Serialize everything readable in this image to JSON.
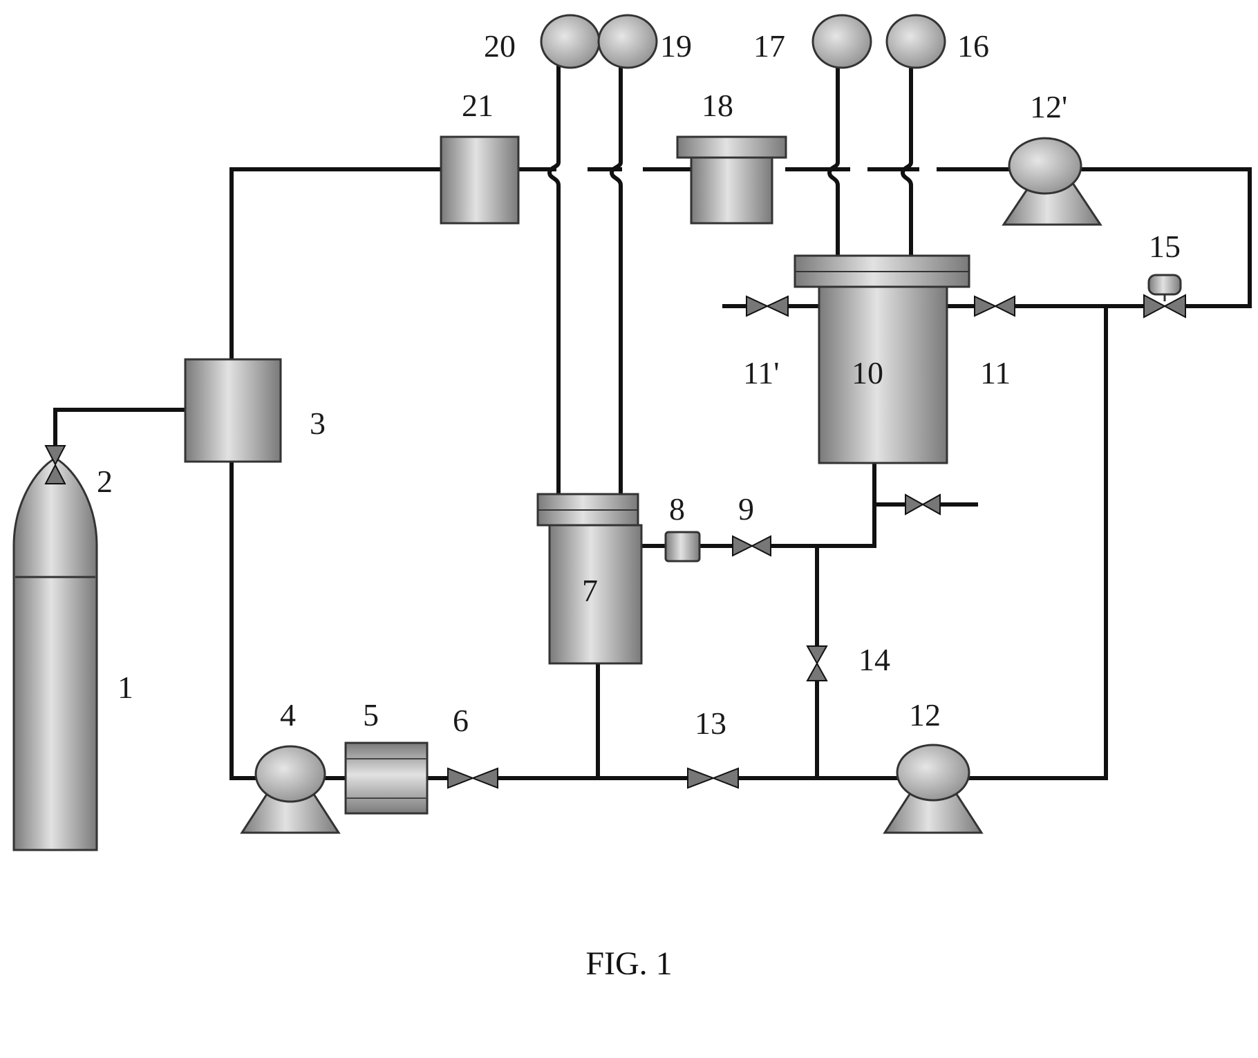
{
  "figure": {
    "caption": "FIG. 1",
    "labels": {
      "l1": "1",
      "l2": "2",
      "l3": "3",
      "l4": "4",
      "l5": "5",
      "l6": "6",
      "l7": "7",
      "l8": "8",
      "l9": "9",
      "l10": "10",
      "l11": "11",
      "l11p": "11'",
      "l12": "12",
      "l12p": "12'",
      "l13": "13",
      "l14": "14",
      "l15": "15",
      "l16": "16",
      "l17": "17",
      "l18": "18",
      "l19": "19",
      "l20": "20",
      "l21": "21"
    }
  },
  "colors": {
    "line": "#111111",
    "fill_dark": "#8a8a8a",
    "fill_light": "#dcdcdc"
  }
}
